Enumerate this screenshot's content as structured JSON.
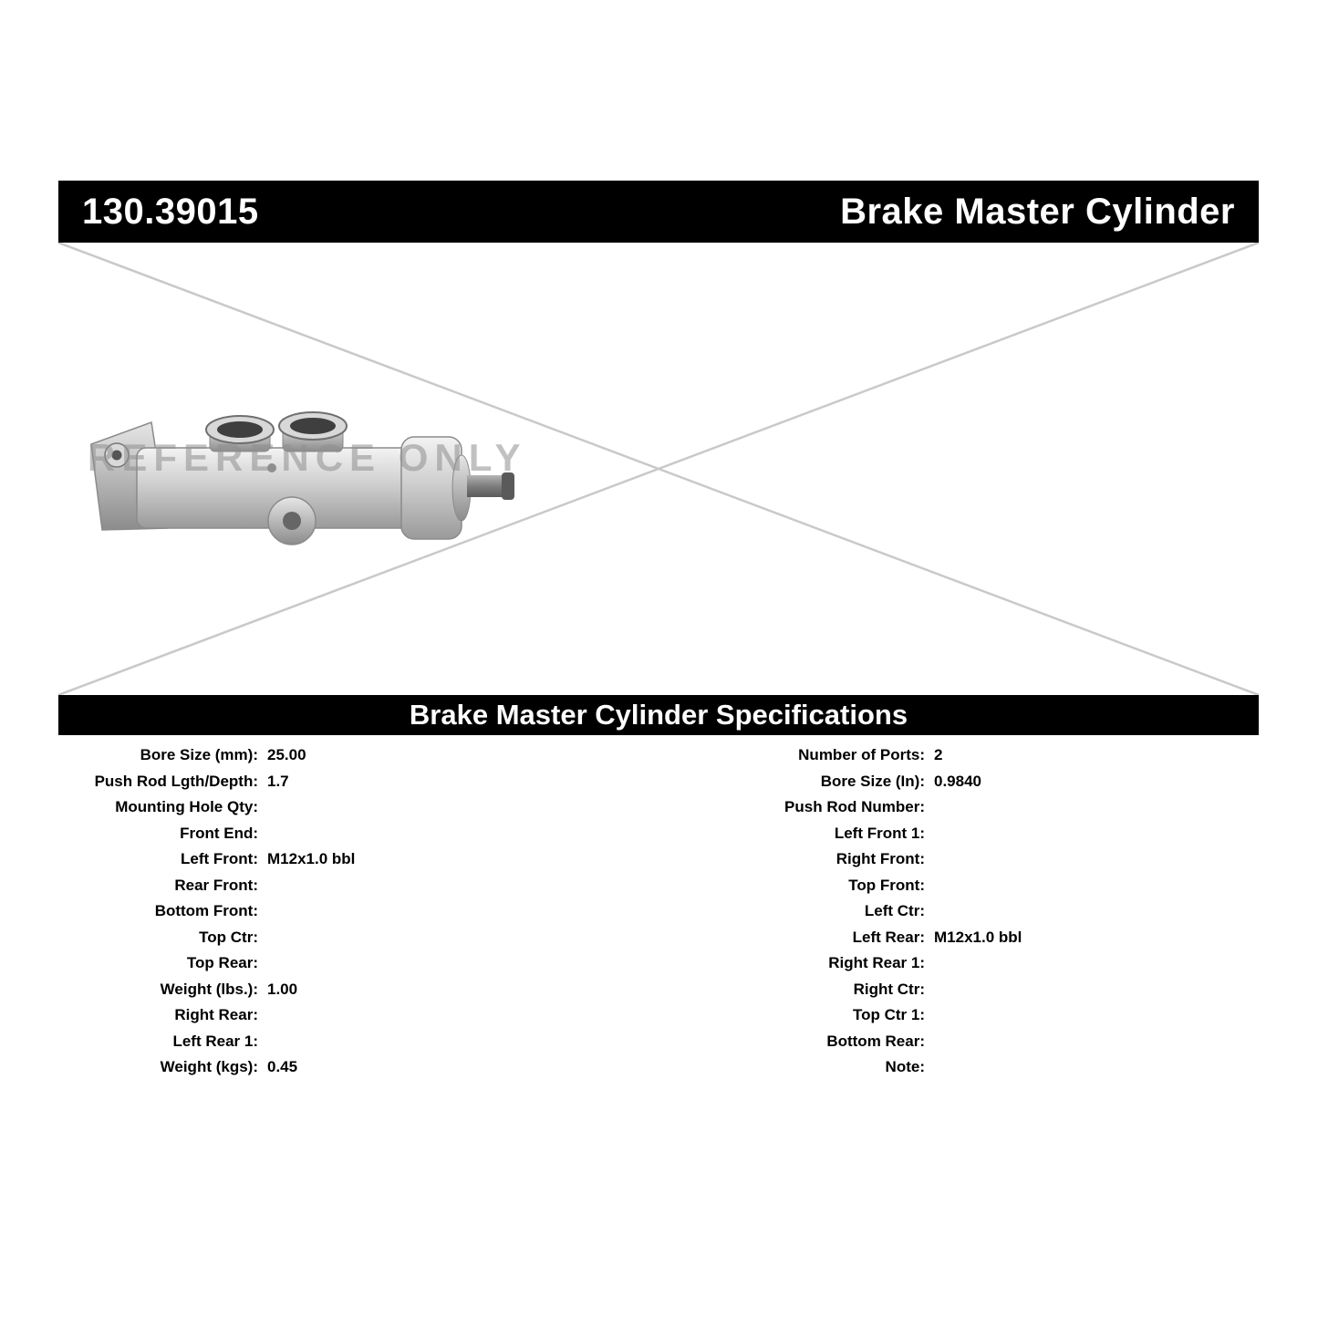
{
  "header": {
    "part_number": "130.39015",
    "product_name": "Brake Master Cylinder"
  },
  "image": {
    "watermark": "REFERENCE ONLY"
  },
  "specs": {
    "title": "Brake Master Cylinder Specifications",
    "left": [
      {
        "label": "Bore Size (mm):",
        "value": "25.00"
      },
      {
        "label": "Push Rod Lgth/Depth:",
        "value": "1.7"
      },
      {
        "label": "Mounting Hole Qty:",
        "value": ""
      },
      {
        "label": "Front End:",
        "value": ""
      },
      {
        "label": "Left Front:",
        "value": "M12x1.0 bbl"
      },
      {
        "label": "Rear Front:",
        "value": ""
      },
      {
        "label": "Bottom Front:",
        "value": ""
      },
      {
        "label": "Top Ctr:",
        "value": ""
      },
      {
        "label": "Top Rear:",
        "value": ""
      },
      {
        "label": "Weight (lbs.):",
        "value": "1.00"
      },
      {
        "label": "Right Rear:",
        "value": ""
      },
      {
        "label": "Left Rear 1:",
        "value": ""
      },
      {
        "label": "Weight (kgs):",
        "value": "0.45"
      }
    ],
    "right": [
      {
        "label": "Number of Ports:",
        "value": "2"
      },
      {
        "label": "Bore Size (In):",
        "value": "0.9840"
      },
      {
        "label": "Push Rod Number:",
        "value": ""
      },
      {
        "label": "Left Front 1:",
        "value": ""
      },
      {
        "label": "Right Front:",
        "value": ""
      },
      {
        "label": "Top Front:",
        "value": ""
      },
      {
        "label": "Left Ctr:",
        "value": ""
      },
      {
        "label": "Left Rear:",
        "value": "M12x1.0 bbl"
      },
      {
        "label": "Right Rear 1:",
        "value": ""
      },
      {
        "label": "Right Ctr:",
        "value": ""
      },
      {
        "label": "Top Ctr 1:",
        "value": ""
      },
      {
        "label": "Bottom Rear:",
        "value": ""
      },
      {
        "label": "Note:",
        "value": ""
      }
    ]
  }
}
